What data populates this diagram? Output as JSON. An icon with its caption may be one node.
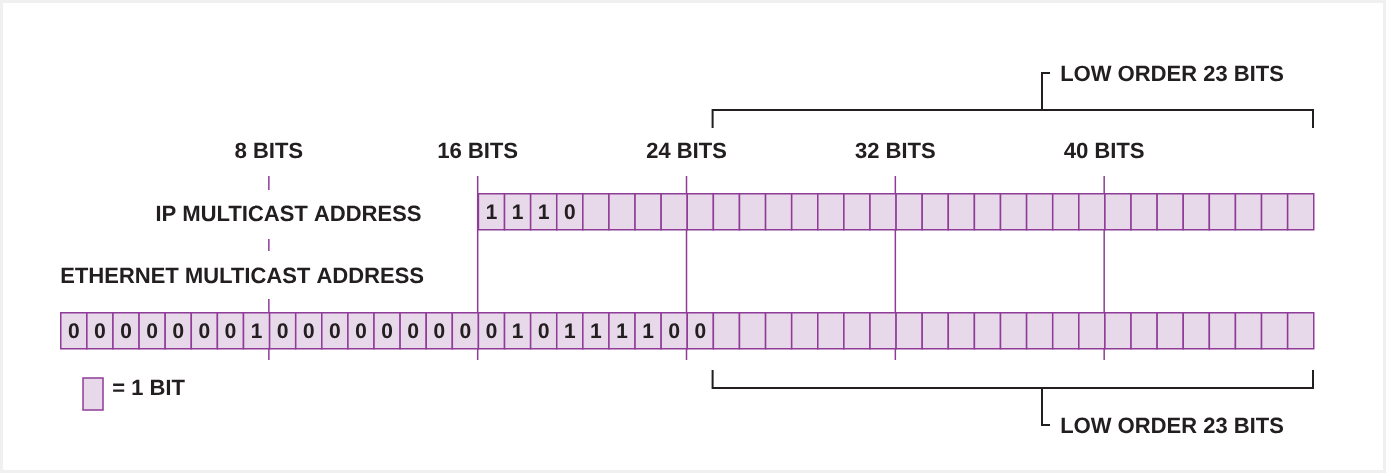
{
  "diagram": {
    "labels": [
      "LOW ORDER 23 BITS",
      "8 BITS",
      "16 BITS",
      "24 BITS",
      "32 BITS",
      "40 BITS",
      "IP MULTICAST ADDRESS",
      "1",
      "1",
      "1",
      "0",
      "ETHERNET MULTICAST ADDRESS",
      "0",
      "0",
      "0",
      "0",
      "0",
      "0",
      "0",
      "1",
      "0",
      "0",
      "0",
      "0",
      "0",
      "0",
      "0",
      "0",
      "0",
      "1",
      "0",
      "1",
      "1",
      "1",
      "1",
      "0",
      "0",
      "LOW ORDER 23 BITS"
    ],
    "legend": [
      {
        "text": "= 1 BIT",
        "color": "#e8d9ea"
      }
    ]
  }
}
